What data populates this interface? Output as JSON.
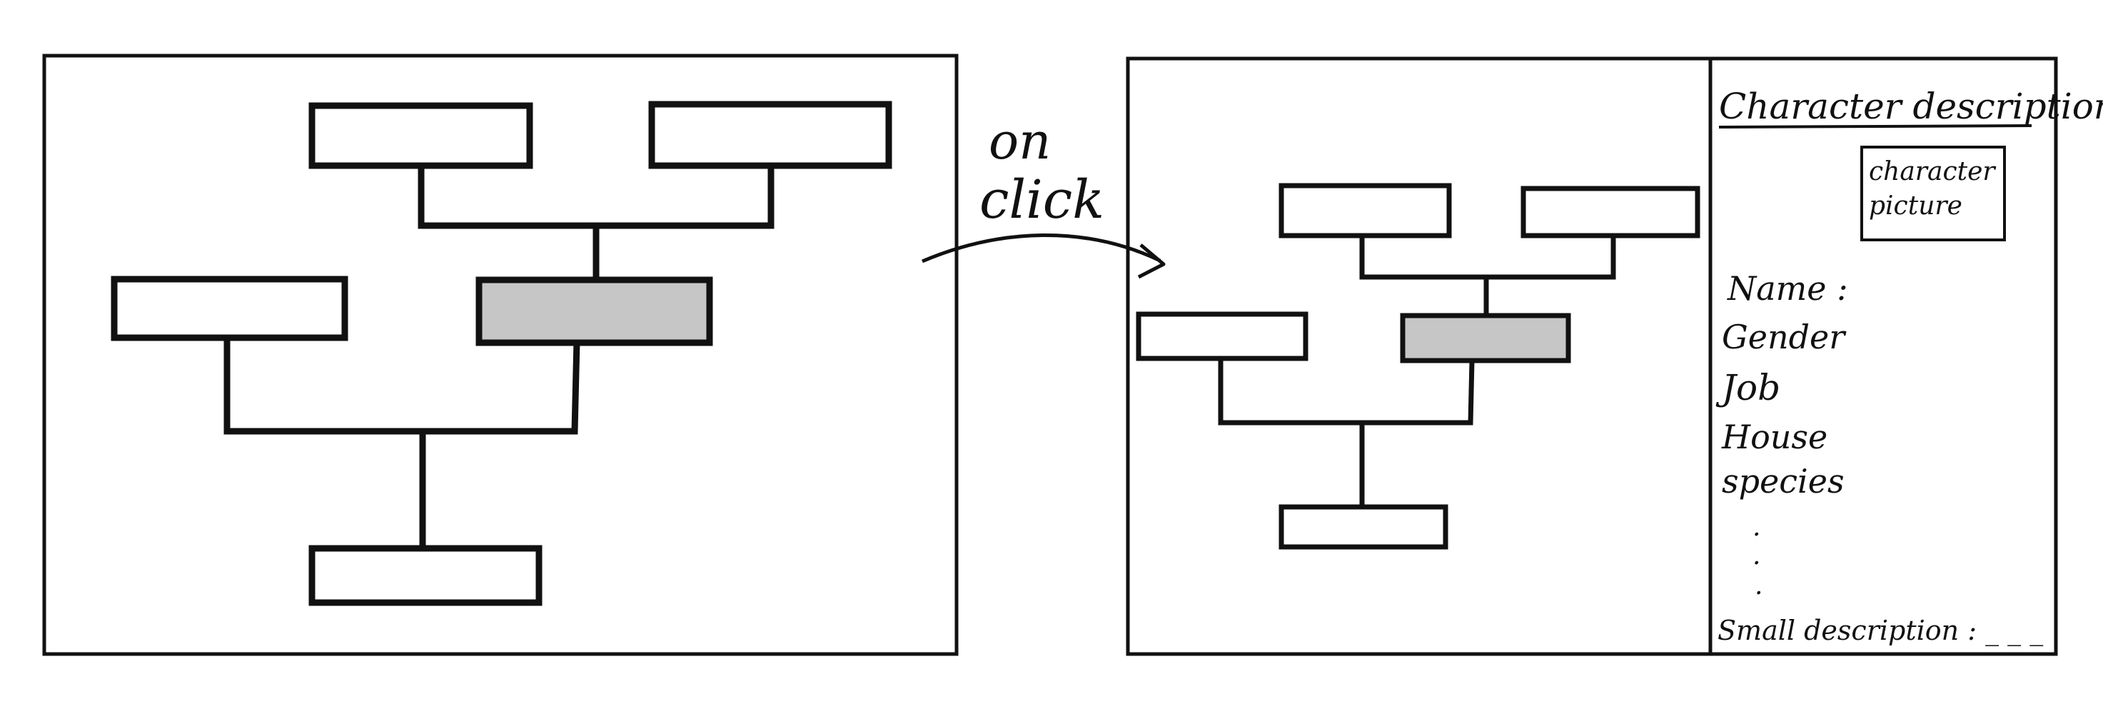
{
  "annotation": {
    "line1": "on",
    "line2": "click"
  },
  "panel": {
    "title": "Character description",
    "picture_line1": "character",
    "picture_line2": "picture",
    "fields": [
      "Name :",
      "Gender",
      "Job",
      "House",
      "species"
    ],
    "ellipsis_dots": ".",
    "footer": "Small description : _ _ _"
  },
  "colors": {
    "stroke": "#111111",
    "selected_fill": "#c6c6c6",
    "box_fill": "#ffffff"
  }
}
